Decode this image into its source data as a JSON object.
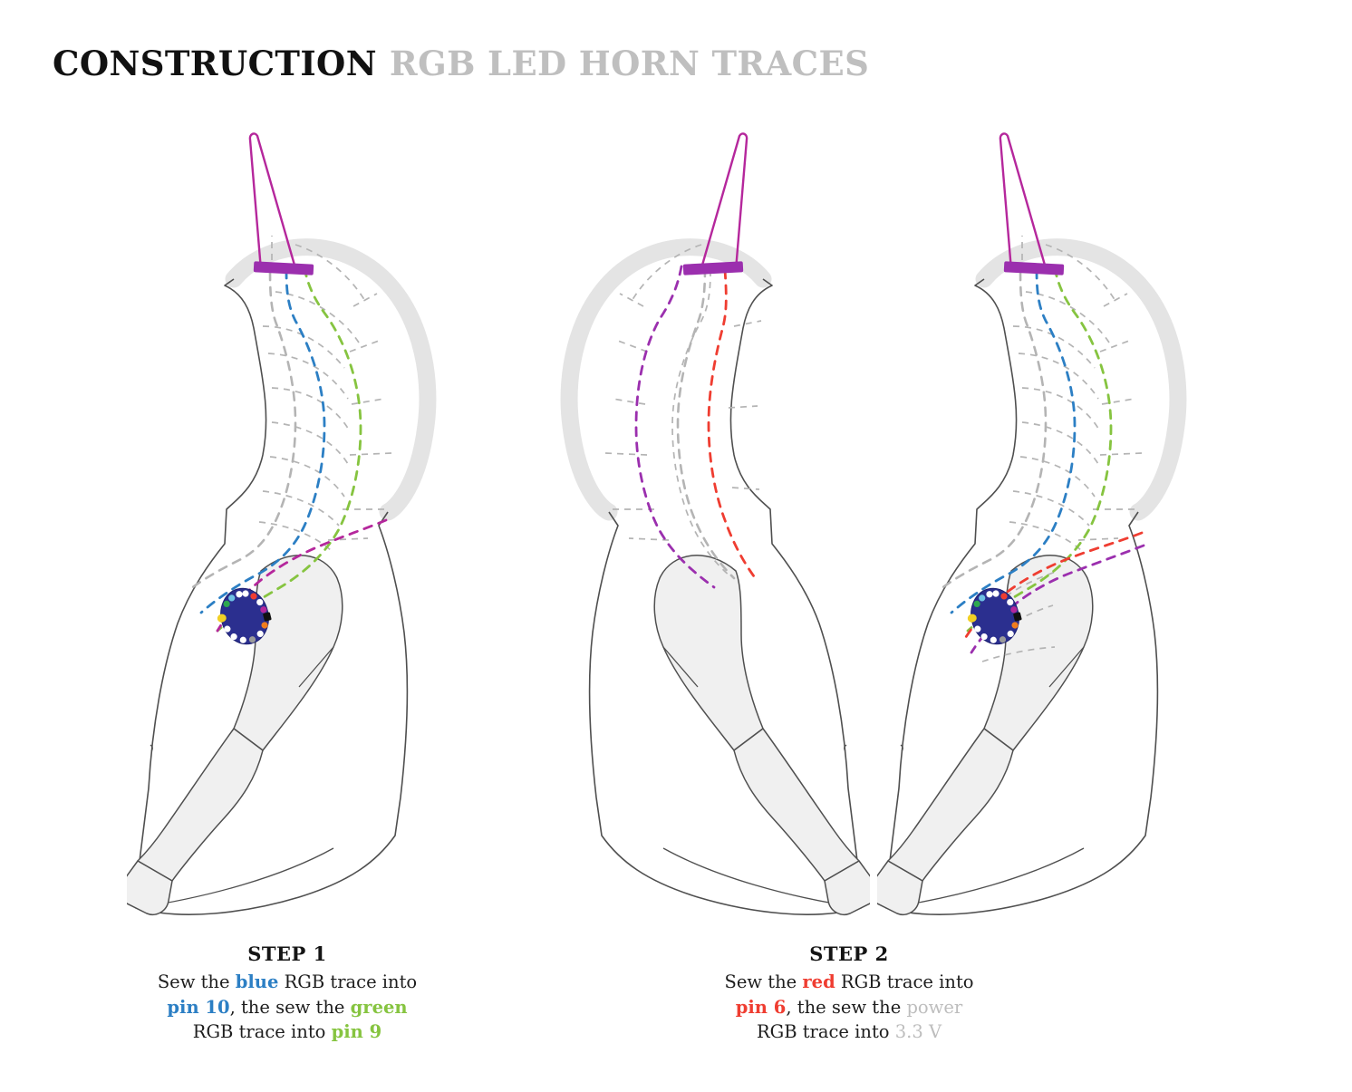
{
  "title": {
    "main": "CONSTRUCTION",
    "sub": "RGB LED HORN TRACES"
  },
  "colors": {
    "blue": "#2c7fc4",
    "green": "#86c440",
    "red": "#ef3d31",
    "purple": "#9b2fae",
    "magenta": "#b5279c",
    "gray_trace": "#b4b4b4",
    "hood_band": "#e4e4e4",
    "body_fill": "#f0f0f0",
    "outline": "#4f4f4f",
    "board_fill": "#2b2f8f",
    "title_main": "#111111",
    "title_sub": "#bfbfbf"
  },
  "figures": [
    {
      "id": "figure-1",
      "label": "step-1-figure",
      "facing": "right",
      "horn_color": "#b5279c",
      "horn_base_color": "#9b2fae",
      "traces": [
        "gray",
        "blue",
        "green",
        "magenta"
      ],
      "board": "lilypad-board"
    },
    {
      "id": "figure-2",
      "label": "step-2-figure",
      "facing": "left",
      "horn_color": "#b5279c",
      "horn_base_color": "#9b2fae",
      "traces": [
        "red",
        "gray",
        "purple"
      ],
      "board": null
    },
    {
      "id": "figure-3",
      "label": "step-combined-figure",
      "facing": "right",
      "horn_color": "#b5279c",
      "horn_base_color": "#9b2fae",
      "traces": [
        "gray",
        "blue",
        "green",
        "red",
        "purple"
      ],
      "board": "lilypad-board"
    }
  ],
  "board_pins": [
    {
      "color": "#ffffff"
    },
    {
      "color": "#6ec1e4"
    },
    {
      "color": "#2fa84f"
    },
    {
      "color": "#ffffff"
    },
    {
      "color": "#ef3d31"
    },
    {
      "color": "#ffffff"
    },
    {
      "color": "#b5279c"
    },
    {
      "color": "#111111"
    },
    {
      "color": "#f07d1e"
    },
    {
      "color": "#ffffff"
    },
    {
      "color": "#9a9a9a"
    },
    {
      "color": "#ffffff"
    },
    {
      "color": "#ffffff"
    },
    {
      "color": "#ffffff"
    },
    {
      "color": "#f2d024"
    }
  ],
  "captions": [
    {
      "title": "STEP 1",
      "line1_pre": "Sew the ",
      "line1_em": "blue",
      "line1_post": " RGB trace into",
      "line2_em": "pin 10",
      "line2_mid": ", the sew the ",
      "line2_em2": "green",
      "line3_pre": "RGB trace into ",
      "line3_em": "pin 9"
    },
    {
      "title": "STEP 2",
      "line1_pre": "Sew the ",
      "line1_em": "red",
      "line1_post": " RGB trace into",
      "line2_em": "pin 6",
      "line2_mid": ", the sew the ",
      "line2_em2": "power",
      "line3_pre": "RGB trace into ",
      "line3_em": "3.3 V"
    }
  ]
}
